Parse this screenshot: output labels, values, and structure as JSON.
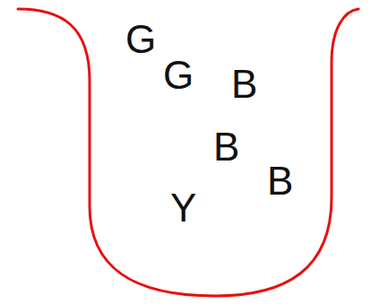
{
  "diagram": {
    "nodes": [
      {
        "text": [
          "G",
          "G",
          "B",
          "B",
          "B",
          "Y"
        ]
      }
    ]
  }
}
